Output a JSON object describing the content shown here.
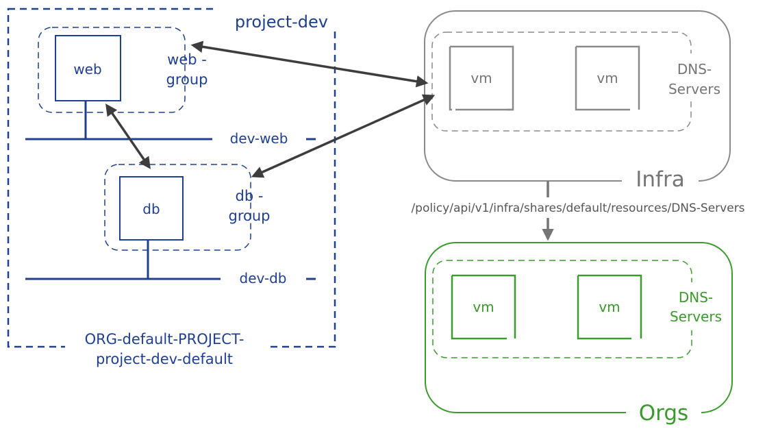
{
  "colors": {
    "project_blue": "#1f3f8f",
    "infra_gray": "#757575",
    "orgs_green": "#3a9a2c",
    "arrow": "#3d3d3d"
  },
  "project": {
    "title": "project-dev",
    "footer_line1": "ORG-default-PROJECT-",
    "footer_line2": "project-dev-default",
    "web_vm": "web",
    "web_group_line1": "web -",
    "web_group_line2": "group",
    "db_vm": "db",
    "db_group_line1": "db -",
    "db_group_line2": "group",
    "dev_web_segment": "dev-web",
    "dev_db_segment": "dev-db"
  },
  "infra": {
    "title": "Infra",
    "vm1": "vm",
    "vm2": "vm",
    "group_line1": "DNS-",
    "group_line2": "Servers"
  },
  "share_path": "/policy/api/v1/infra/shares/default/resources/DNS-Servers",
  "orgs": {
    "title": "Orgs",
    "vm1": "vm",
    "vm2": "vm",
    "group_line1": "DNS-",
    "group_line2": "Servers"
  }
}
